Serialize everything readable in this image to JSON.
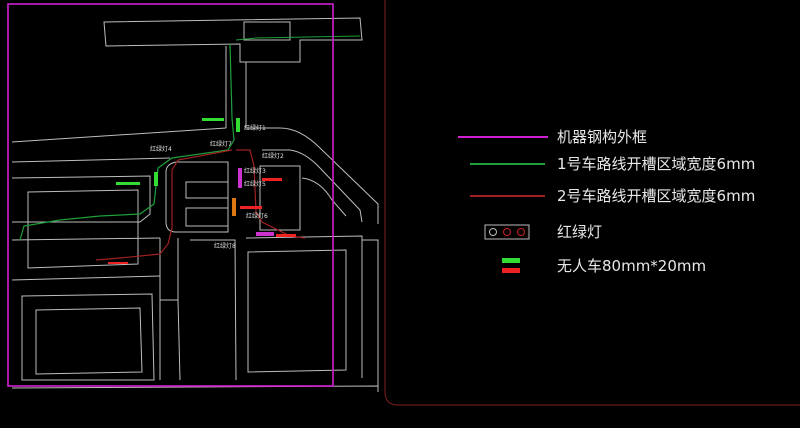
{
  "legend": {
    "frame_label": "机器钢构外框",
    "route1_label": "1号车路线开槽区域宽度6mm",
    "route2_label": "2号车路线开槽区域宽度6mm",
    "traffic_light_label": "红绿灯",
    "vehicle_label": "无人车80mm*20mm"
  },
  "map_labels": {
    "light1": "红绿灯1",
    "light2": "红绿灯2",
    "light3": "红绿灯3",
    "light4": "红绿灯4",
    "light5": "红绿灯5",
    "light6": "红绿灯6",
    "light7": "红绿灯7",
    "light8": "红绿灯8"
  },
  "colors": {
    "frame": "#d01fd0",
    "route1": "#1f9e3a",
    "route2": "#a02020",
    "road": "#bdbdbd",
    "vehicle_green": "#33dd33",
    "vehicle_red": "#ee2222"
  }
}
